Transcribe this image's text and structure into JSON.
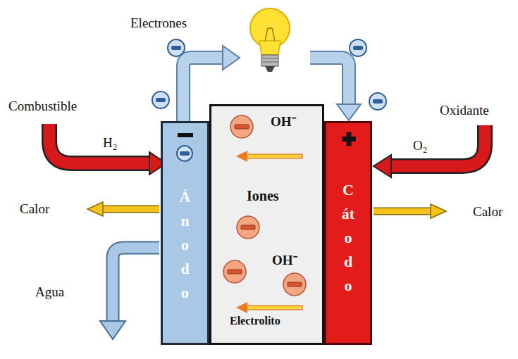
{
  "diagram": {
    "nodes": [
      {
        "text": [
          "Ánodo"
        ]
      },
      {
        "text": [
          "OH⁻",
          "Iones",
          "OH⁻",
          "Electrolito"
        ]
      },
      {
        "text": [
          "Cátodo"
        ]
      }
    ],
    "edges": [
      {
        "from": 0,
        "to": 2,
        "arrow": "to"
      }
    ],
    "labels": [
      "Electrones",
      "Combustible",
      "H₂",
      "Oxidante",
      "O₂",
      "Calor",
      "Calor",
      "Agua"
    ]
  }
}
